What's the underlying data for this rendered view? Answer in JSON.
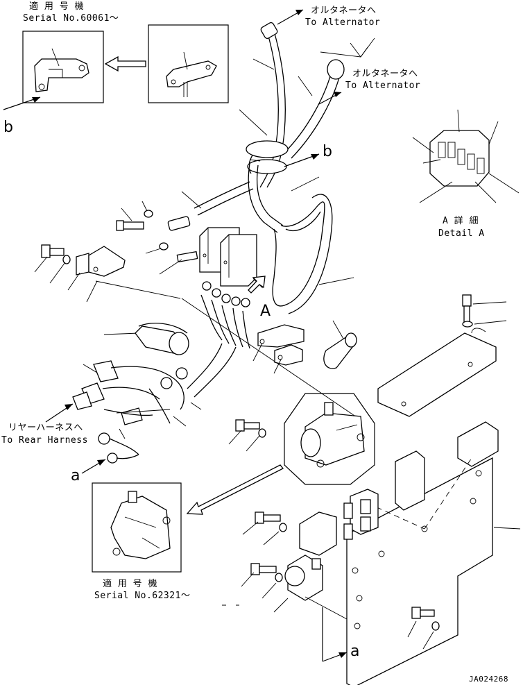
{
  "labels": {
    "serial_top_jp": "適 用 号 機",
    "serial_top": "Serial No.60061～",
    "alt1_jp": "オルタネータへ",
    "alt1_en": "To Alternator",
    "alt2_jp": "オルタネータへ",
    "alt2_en": "To Alternator",
    "b_top": "b",
    "b_left": "b",
    "detail_jp": "A 詳 細",
    "detail_en": "Detail A",
    "A_marker": "A",
    "rear_jp": "リヤーハーネスへ",
    "rear_en": "To Rear Harness",
    "a_left": "a",
    "a_bottom": "a",
    "serial_bottom_jp": "適 用 号 機",
    "serial_bottom": "Serial No.62321～",
    "drawing_id": "JA024268"
  }
}
